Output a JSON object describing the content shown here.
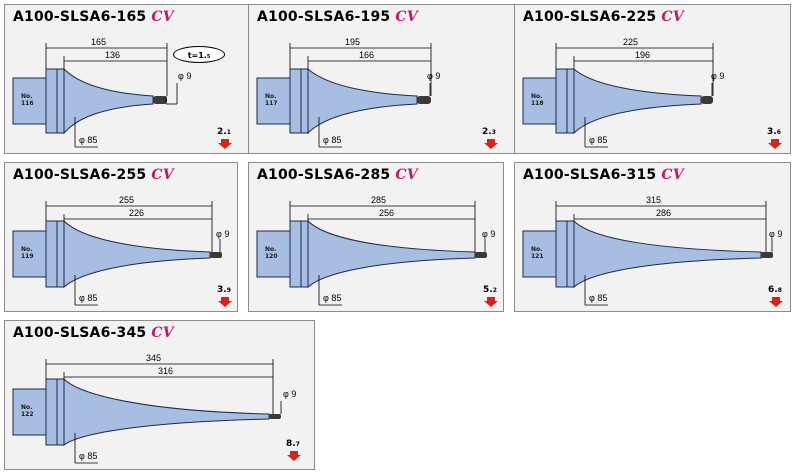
{
  "colors": {
    "body": "#a7bde2",
    "outline": "#1e2a48",
    "tip": "#3a3a3a",
    "arrow": "#d8231c",
    "title_cv": "#c0186a"
  },
  "cards": [
    {
      "title": "A100-SLSA6-165",
      "series": "CV",
      "overall_length": "165",
      "length": "136",
      "tip_dia": "φ 9",
      "flange_dia": "φ 85",
      "no_label": "No.",
      "no_value": "116",
      "weight_int": "2.",
      "weight_dec": "1",
      "thickness": "t=1.",
      "thickness_dec": "5"
    },
    {
      "title": "A100-SLSA6-195",
      "series": "CV",
      "overall_length": "195",
      "length": "166",
      "tip_dia": "φ 9",
      "flange_dia": "φ 85",
      "no_label": "No.",
      "no_value": "117",
      "weight_int": "2.",
      "weight_dec": "3"
    },
    {
      "title": "A100-SLSA6-225",
      "series": "CV",
      "overall_length": "225",
      "length": "196",
      "tip_dia": "φ 9",
      "flange_dia": "φ 85",
      "no_label": "No.",
      "no_value": "118",
      "weight_int": "3.",
      "weight_dec": "6"
    },
    {
      "title": "A100-SLSA6-255",
      "series": "CV",
      "overall_length": "255",
      "length": "226",
      "tip_dia": "φ 9",
      "flange_dia": "φ 85",
      "no_label": "No.",
      "no_value": "119",
      "weight_int": "3.",
      "weight_dec": "9"
    },
    {
      "title": "A100-SLSA6-285",
      "series": "CV",
      "overall_length": "285",
      "length": "256",
      "tip_dia": "φ 9",
      "flange_dia": "φ 85",
      "no_label": "No.",
      "no_value": "120",
      "weight_int": "5.",
      "weight_dec": "2"
    },
    {
      "title": "A100-SLSA6-315",
      "series": "CV",
      "overall_length": "315",
      "length": "286",
      "tip_dia": "φ 9",
      "flange_dia": "φ 85",
      "no_label": "No.",
      "no_value": "121",
      "weight_int": "6.",
      "weight_dec": "8"
    },
    {
      "title": "A100-SLSA6-345",
      "series": "CV",
      "overall_length": "345",
      "length": "316",
      "tip_dia": "φ 9",
      "flange_dia": "φ 85",
      "no_label": "No.",
      "no_value": "122",
      "weight_int": "8.",
      "weight_dec": "7"
    }
  ]
}
